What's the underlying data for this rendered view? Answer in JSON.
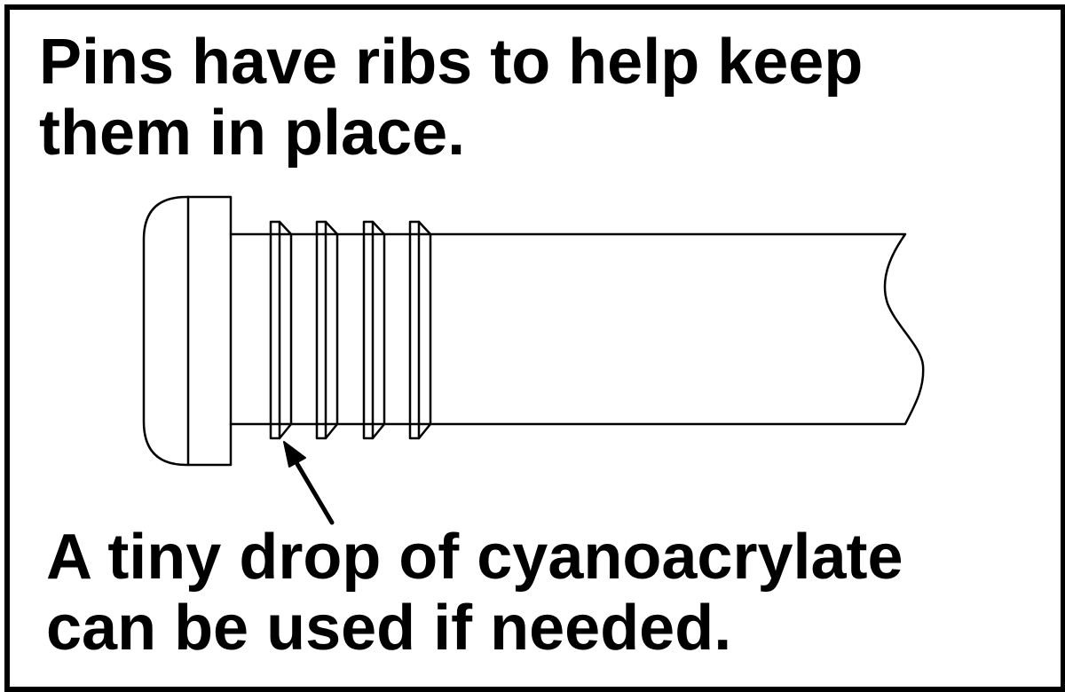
{
  "caption_top": {
    "line1": "Pins have ribs to help keep",
    "line2": "them in place."
  },
  "caption_bottom": {
    "line1": "A tiny drop of cyanoacrylate",
    "line2": "can be used if needed."
  },
  "colors": {
    "ink": "#000000",
    "paper": "#ffffff"
  },
  "illustration": {
    "subject": "pin-with-ribs",
    "rib_count": 4
  }
}
